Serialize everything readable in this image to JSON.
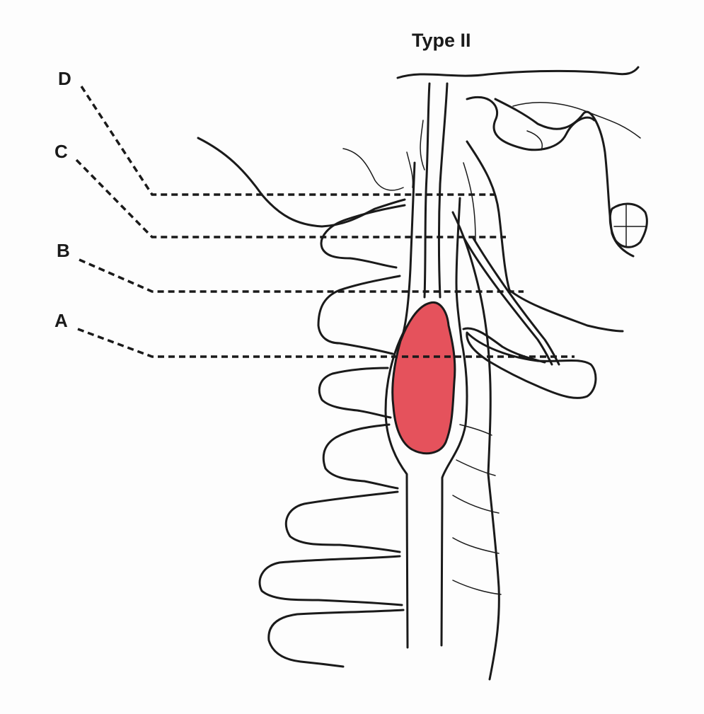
{
  "title": "Type II",
  "levels": [
    {
      "letter": "D"
    },
    {
      "letter": "C"
    },
    {
      "letter": "B"
    },
    {
      "letter": "A"
    }
  ],
  "colors": {
    "tumor": "#e5525c",
    "line": "#1a1a1a",
    "background": "#fdfdfd"
  }
}
